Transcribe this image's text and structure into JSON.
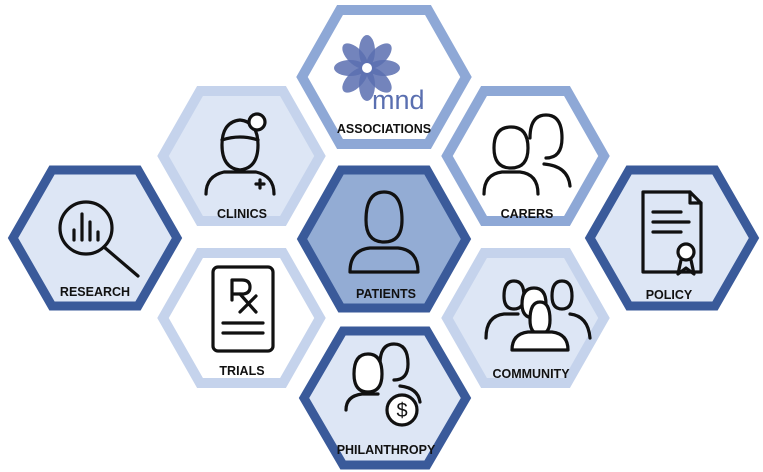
{
  "colors": {
    "dark_border": "#3a5a9a",
    "mid_border": "#8ea8d6",
    "light_border": "#c5d3ec",
    "light_fill": "#dde6f5",
    "white_fill": "#ffffff",
    "center_fill": "#93acd4",
    "logo_blue": "#5a6fb0"
  },
  "hexagons": [
    {
      "id": "associations",
      "label": "ASSOCIATIONS",
      "icon": "mnd-logo-icon",
      "style": "white-mid"
    },
    {
      "id": "clinics",
      "label": "CLINICS",
      "icon": "clinician-icon",
      "style": "light"
    },
    {
      "id": "carers",
      "label": "CARERS",
      "icon": "two-people-icon",
      "style": "white-mid"
    },
    {
      "id": "research",
      "label": "RESEARCH",
      "icon": "magnifier-chart-icon",
      "style": "dark"
    },
    {
      "id": "patients",
      "label": "PATIENTS",
      "icon": "person-icon",
      "style": "center"
    },
    {
      "id": "policy",
      "label": "POLICY",
      "icon": "certificate-icon",
      "style": "dark"
    },
    {
      "id": "trials",
      "label": "TRIALS",
      "icon": "prescription-icon",
      "style": "white-light"
    },
    {
      "id": "community",
      "label": "COMMUNITY",
      "icon": "group-icon",
      "style": "light"
    },
    {
      "id": "philanthropy",
      "label": "PHILANTHROPY",
      "icon": "people-dollar-icon",
      "style": "dark"
    }
  ],
  "logo": {
    "text": "mnd"
  }
}
